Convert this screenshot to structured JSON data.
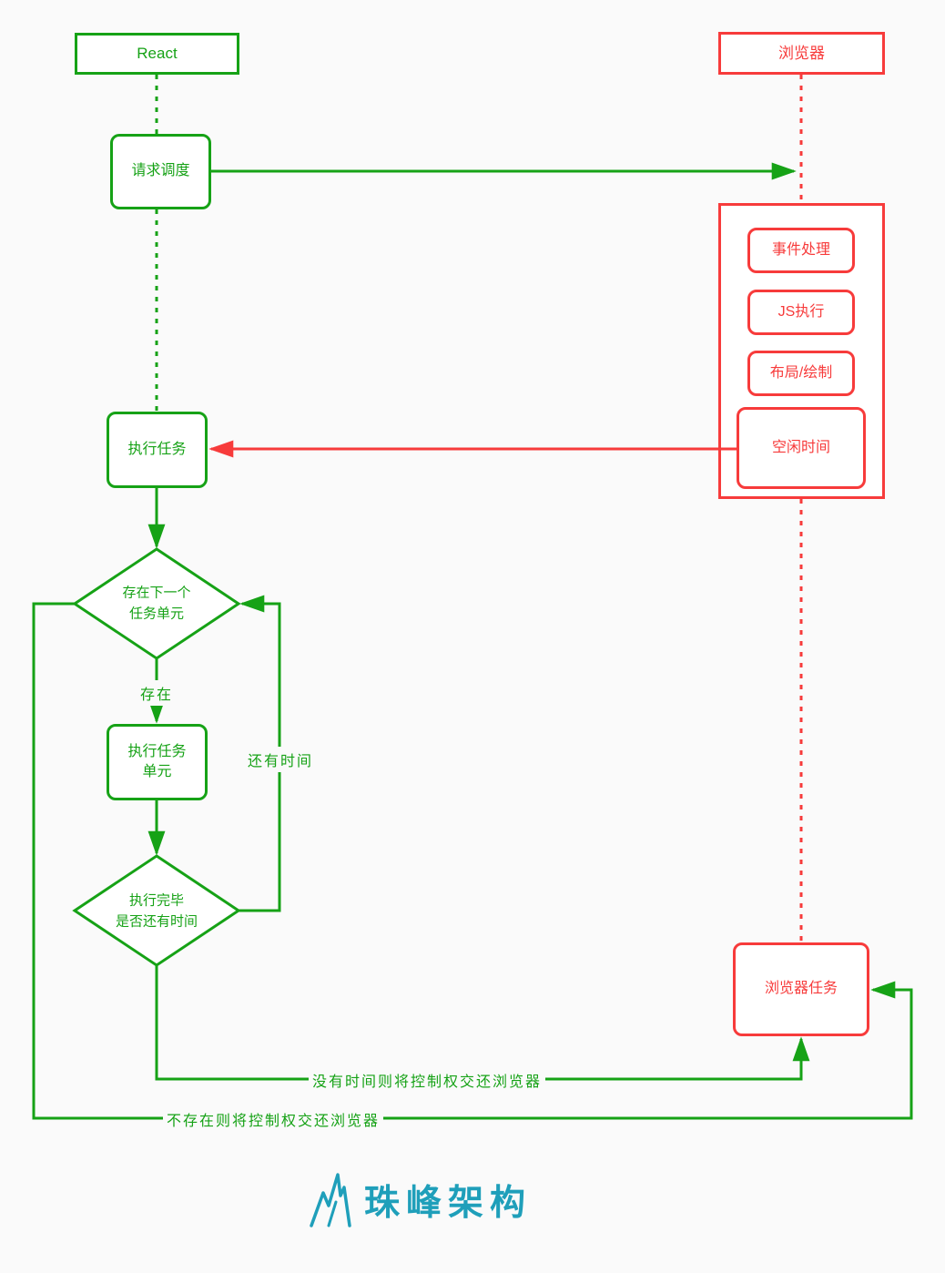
{
  "colors": {
    "green": "#16a216",
    "red": "#f73b3b",
    "logo_teal": "#1f9fba",
    "background": "#fafafa",
    "node_fill": "#ffffff"
  },
  "actors": {
    "react": "React",
    "browser": "浏览器"
  },
  "react_lane": {
    "request_schedule": "请求调度",
    "execute_task": "执行任务",
    "decision_next_unit": "存在下一个\n任务单元",
    "execute_unit": "执行任务\n单元",
    "decision_time_left": "执行完毕\n是否还有时间"
  },
  "browser_lane": {
    "event_handling": "事件处理",
    "js_execution": "JS执行",
    "layout_paint": "布局/绘制",
    "idle_time": "空闲时间",
    "browser_task": "浏览器任务"
  },
  "edge_labels": {
    "exists": "存在",
    "time_left": "还有时间",
    "no_time_return": "没有时间则将控制权交还浏览器",
    "not_exists_return": "不存在则将控制权交还浏览器"
  },
  "logo": {
    "text": "珠峰架构"
  }
}
